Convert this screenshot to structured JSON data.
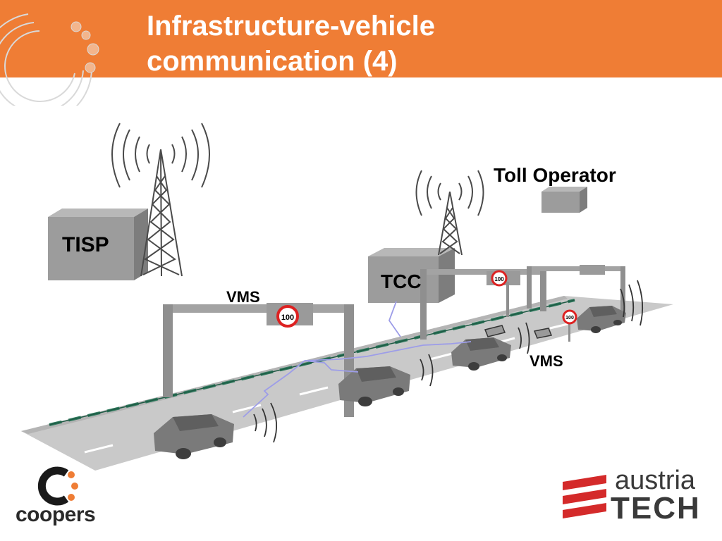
{
  "slide": {
    "title_line1": "Infrastructure-vehicle",
    "title_line2": "communication (4)",
    "header_color": "#ef7d35"
  },
  "diagram": {
    "labels": {
      "tisp": "TISP",
      "tcc": "TCC",
      "toll_operator": "Toll Operator",
      "vms_left": "VMS",
      "vms_right": "VMS"
    },
    "sign_speed": "100",
    "colors": {
      "road": "#c8c8c8",
      "building": "#9c9c9c",
      "gantry": "#8f8f8f",
      "car": "#7a7a7a",
      "road_edge": "#2f7a5e",
      "link": "#9d9de8"
    }
  },
  "logos": {
    "coopers": "coopers",
    "austria": "austria",
    "tech": "TECH"
  }
}
